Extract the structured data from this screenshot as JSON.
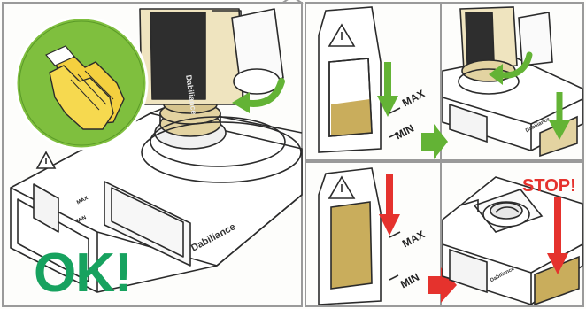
{
  "colors": {
    "outline": "#2b2b2b",
    "panel_border": "#9a9a9a",
    "accent_green": "#63b335",
    "ok_green": "#17a25f",
    "stop_red": "#e5322d",
    "bottle_cap": "#e3d3a1",
    "rinse_fill": "#c9ad5c",
    "glove_circle": "#7fbf3e",
    "glove_yellow": "#f4d03f"
  },
  "icons": [
    "gloves-icon",
    "warning-icon",
    "curved-arrow-icon",
    "down-arrow-icon",
    "right-arrow-icon"
  ],
  "panels": {
    "main": {
      "status_text": "OK!",
      "max_label": "MAX",
      "min_label": "MIN",
      "brand": "Dabiliance"
    },
    "top_right": {
      "max_label": "MAX",
      "min_label": "MIN"
    },
    "bottom_right": {
      "max_label": "MAX",
      "min_label": "MIN",
      "stop_text": "STOP!"
    }
  },
  "product_brand_small": "Dabiliance",
  "bottle_label": "Dabiliance"
}
